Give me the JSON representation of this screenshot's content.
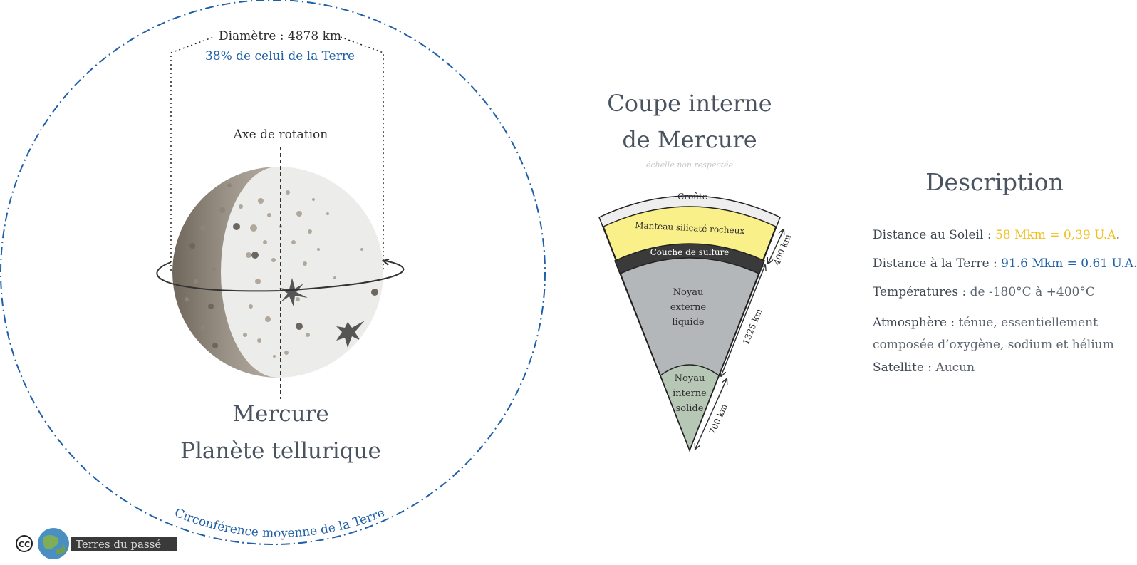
{
  "planet": {
    "diameter_label": "Diamètre : 4878 km",
    "diameter_ratio": "38% de celui de la Terre",
    "axis_label": "Axe de rotation",
    "name": "Mercure",
    "type": "Planète tellurique",
    "earth_circumference_label": "Circonférence moyenne de la Terre"
  },
  "section": {
    "title_line1": "Coupe interne",
    "title_line2": "de Mercure",
    "scale_note": "échelle non respectée",
    "layers": {
      "crust": "Croûte",
      "mantle": "Manteau silicaté rocheux",
      "sulfide": "Couche de sulfure",
      "outer_core": [
        "Noyau",
        "externe",
        "liquide"
      ],
      "inner_core": [
        "Noyau",
        "interne",
        "solide"
      ]
    },
    "dimensions": {
      "mantle_km": "400 km",
      "outer_core_km": "1325 km",
      "inner_core_km": "700 km"
    },
    "colors": {
      "crust": "#eeeeee",
      "mantle": "#faf08a",
      "sulfide": "#3a3a3a",
      "outer_core": "#b3b7b9",
      "inner_core": "#b6c7b5"
    }
  },
  "description": {
    "title": "Description",
    "sun_distance_label": "Distance au Soleil : ",
    "sun_distance_value": "58 Mkm = 0,39 U.A",
    "earth_distance_label": "Distance à la Terre : ",
    "earth_distance_value": "91.6 Mkm = 0.61 U.A.",
    "temperature_label": "Températures : ",
    "temperature_value": "de -180°C à +400°C",
    "atmosphere_label": "Atmosphère : ",
    "atmosphere_value": "ténue, essentiellement composée d’oxygène, sodium et hélium",
    "satellite_label": "Satellite : ",
    "satellite_value": "Aucun"
  },
  "logo": {
    "text": "Terres du passé",
    "license": "CC"
  },
  "colors": {
    "accent_blue": "#1e5fa8",
    "accent_yellow": "#f2be1a",
    "text": "#3d4650"
  }
}
